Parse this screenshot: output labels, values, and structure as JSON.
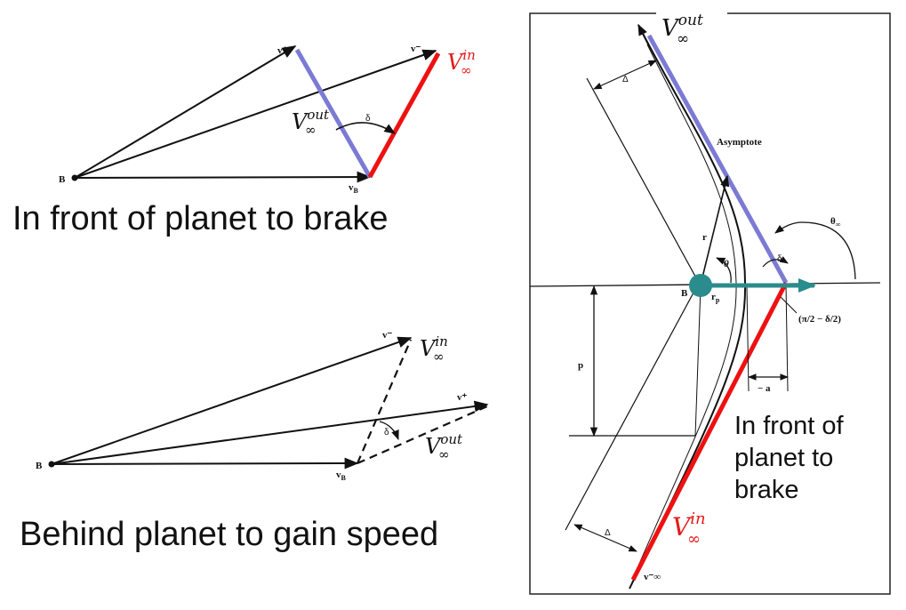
{
  "colors": {
    "v_in": "#ee1111",
    "v_out": "#7b7bd4",
    "planet": "#2a8c8c",
    "ink": "#111111"
  },
  "top_left": {
    "caption": "In front of planet to brake",
    "labels": {
      "B": "B",
      "v_plus": "v⁺",
      "v_minus": "v⁻",
      "v_B": "v",
      "v_B_sub": "B",
      "delta": "δ",
      "vinf_in_base": "V",
      "vinf_in_sup": "in",
      "vinf_in_sub": "∞",
      "vinf_out_base": "V",
      "vinf_out_sup": "out",
      "vinf_out_sub": "∞"
    }
  },
  "bottom_left": {
    "caption": "Behind planet to gain speed",
    "labels": {
      "B": "B",
      "v_minus": "v⁻",
      "v_plus": "v⁺",
      "v_B": "v",
      "v_B_sub": "B",
      "delta": "δ",
      "vinf_in_base": "V",
      "vinf_in_sup": "in",
      "vinf_in_sub": "∞",
      "vinf_out_base": "V",
      "vinf_out_sup": "out",
      "vinf_out_sub": "∞"
    }
  },
  "right_panel": {
    "note_lines": [
      "In front of",
      "planet to",
      "brake"
    ],
    "labels": {
      "asymptote": "Asymptote",
      "Delta_top": "Δ",
      "Delta_bottom": "Δ",
      "r": "r",
      "theta": "θ",
      "r_p": "r",
      "r_p_sub": "p",
      "B": "B",
      "delta": "δ",
      "theta_inf": "θ",
      "theta_inf_sub": "∞",
      "angle_expr": "(π/2 − δ/2)",
      "p": "p",
      "minus_a": "− a",
      "v_inf_minus": "v⁻∞",
      "vinf_in_base": "V",
      "vinf_in_sup": "in",
      "vinf_in_sub": "∞",
      "vinf_out_base": "V",
      "vinf_out_sup": "out",
      "vinf_out_sub": "∞"
    }
  }
}
